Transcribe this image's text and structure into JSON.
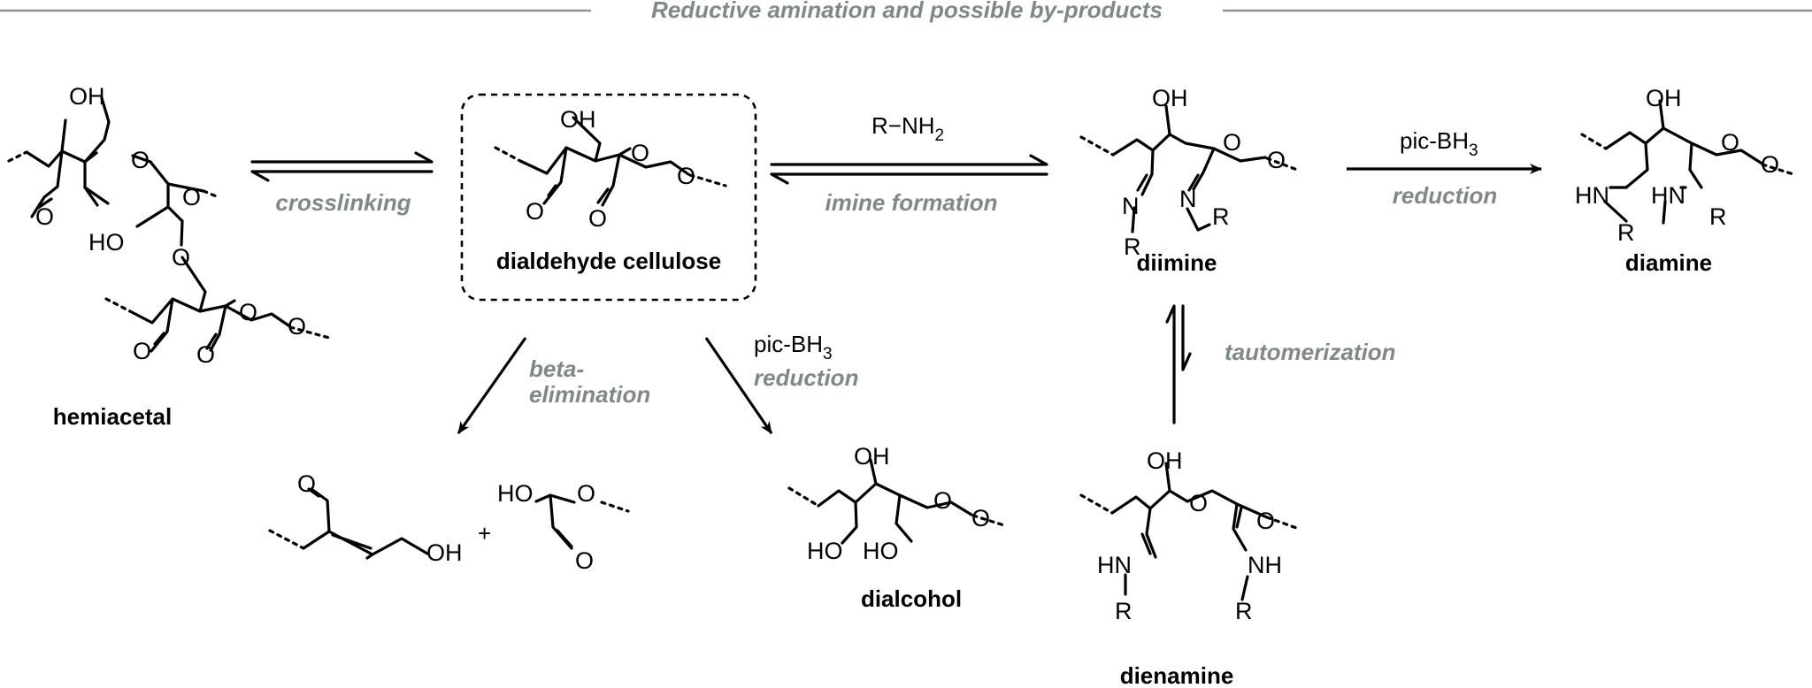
{
  "title": "Reductive amination and possible by-products",
  "compounds": {
    "hemiacetal": "hemiacetal",
    "dac": "dialdehyde cellulose",
    "diimine": "diimine",
    "diamine": "diamine",
    "dialcohol": "dialcohol",
    "dienamine": "dienamine"
  },
  "steps": {
    "crosslinking": "crosslinking",
    "imine_reagent": "R−NH",
    "imine_reagent_sub": "2",
    "imine_formation": "imine formation",
    "reduction_reagent": "pic-BH",
    "reduction_reagent_sub": "3",
    "reduction": "reduction",
    "tautomerization": "tautomerization",
    "beta": "beta-",
    "elimination": "elimination",
    "side_reagent": "pic-BH",
    "side_reagent_sub": "3",
    "side_reduction": "reduction",
    "plus": "+"
  },
  "atoms": {
    "oh": "OH",
    "o": "O",
    "ho": "HO",
    "n": "N",
    "r": "R",
    "hn": "HN",
    "nh": "NH"
  },
  "colors": {
    "condition_text": "#7f8a88",
    "rule": "#8c9593",
    "structure": "#000000"
  }
}
